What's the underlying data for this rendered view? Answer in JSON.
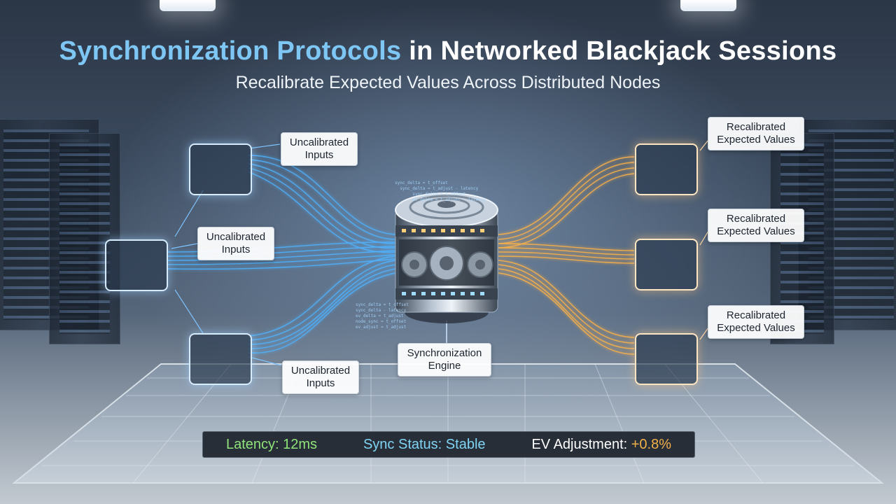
{
  "title": {
    "highlight": "Synchronization Protocols",
    "rest": " in Networked Blackjack Sessions"
  },
  "subtitle": "Recalibrate Expected Values Across Distributed Nodes",
  "inputs": [
    {
      "label": "Uncalibrated\nInputs"
    },
    {
      "label": "Uncalibrated\nInputs"
    },
    {
      "label": "Uncalibrated\nInputs"
    }
  ],
  "outputs": [
    {
      "label": "Recalibrated\nExpected Values"
    },
    {
      "label": "Recalibrated\nExpected Values"
    },
    {
      "label": "Recalibrated\nExpected Values"
    }
  ],
  "engine": {
    "label": "Synchronization\nEngine"
  },
  "status": {
    "latency": "Latency: 12ms",
    "sync_label": "Sync Status:",
    "sync_value": "Stable",
    "ev_label": "EV Adjustment:",
    "ev_value": "+0.8%"
  },
  "colors": {
    "input_flow": "#4fb3ff",
    "output_flow": "#ffb347"
  }
}
